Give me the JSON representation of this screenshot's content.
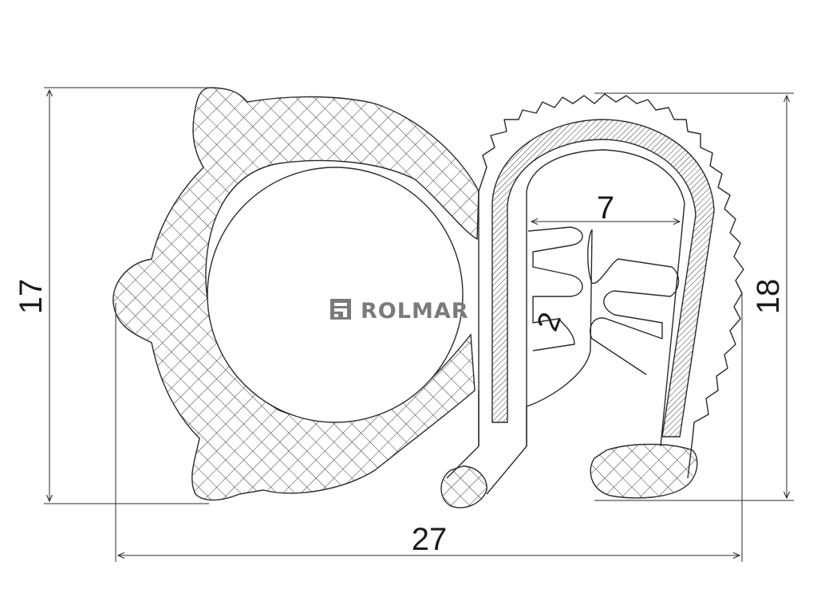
{
  "brand": {
    "name": "ROLMAR",
    "color": "#7a7a7a"
  },
  "dimensions": {
    "total_height_left": "17",
    "total_height_right": "18",
    "total_width": "27",
    "inner_gap": "7",
    "flange_thickness": "2"
  },
  "colors": {
    "line": "#2a2a2a",
    "hatch": "#3a3a3a",
    "background": "#ffffff"
  }
}
